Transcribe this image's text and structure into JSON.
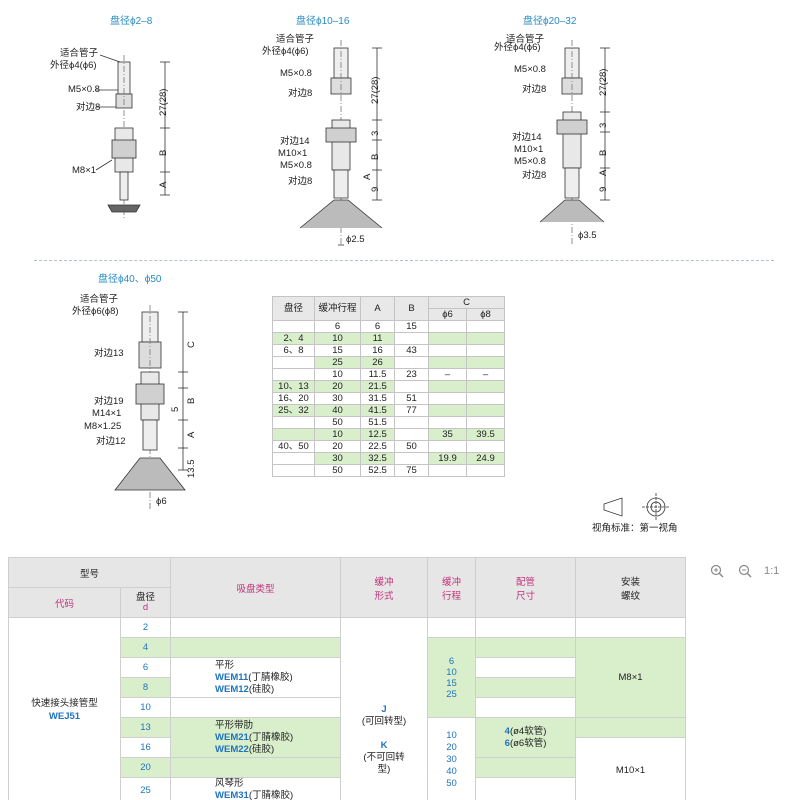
{
  "diagrams": {
    "d1": {
      "title": "盘径ϕ2–8",
      "labels": [
        "适合管子",
        "外径ϕ4(ϕ6)",
        "M5×0.8",
        "对边8",
        "M8×1"
      ],
      "dims": [
        "27(28)",
        "B",
        "A"
      ]
    },
    "d2": {
      "title": "盘径ϕ10–16",
      "labels": [
        "适合管子",
        "外径ϕ4(ϕ6)",
        "M5×0.8",
        "对边8",
        "对边14",
        "M10×1",
        "M5×0.8",
        "对边8"
      ],
      "dims": [
        "27(28)",
        "3",
        "B",
        "A",
        "9"
      ],
      "dia": "ϕ2.5"
    },
    "d3": {
      "title": "盘径ϕ20–32",
      "labels": [
        "适合管子",
        "外径ϕ4(ϕ6)",
        "M5×0.8",
        "对边8",
        "对边14",
        "M10×1",
        "M5×0.8",
        "对边8"
      ],
      "dims": [
        "27(28)",
        "3",
        "B",
        "A",
        "9"
      ],
      "dia": "ϕ3.5"
    },
    "d4": {
      "title": "盘径ϕ40、ϕ50",
      "labels": [
        "适合管子",
        "外径ϕ6(ϕ8)",
        "对边13",
        "对边19",
        "M14×1",
        "M8×1.25",
        "对边12"
      ],
      "dims": [
        "C",
        "5",
        "B",
        "A",
        "13.5"
      ],
      "dia": "ϕ6"
    }
  },
  "spec_table": {
    "headers": {
      "dia": "盘径",
      "stroke": "缓冲行程",
      "a": "A",
      "b": "B",
      "c": "C",
      "c6": "ϕ6",
      "c8": "ϕ8"
    },
    "rows": {
      "r1": {
        "dia": "",
        "stroke": "6",
        "a": "6",
        "b": "15"
      },
      "r2": {
        "dia": "2、4",
        "stroke": "10",
        "a": "11"
      },
      "r3": {
        "dia": "6、8",
        "stroke": "15",
        "a": "16",
        "b": "43"
      },
      "r4": {
        "stroke": "25",
        "a": "26"
      },
      "r5": {
        "stroke": "10",
        "a": "11.5",
        "b": "23",
        "c6": "–",
        "c8": "–"
      },
      "r6": {
        "dia": "10、13",
        "stroke": "20",
        "a": "21.5"
      },
      "r7": {
        "dia": "16、20",
        "stroke": "30",
        "a": "31.5",
        "b": "51"
      },
      "r8": {
        "dia": "25、32",
        "stroke": "40",
        "a": "41.5",
        "b": "77"
      },
      "r9": {
        "stroke": "50",
        "a": "51.5"
      },
      "r10": {
        "stroke": "10",
        "a": "12.5",
        "c6": "35",
        "c8": "39.5"
      },
      "r11": {
        "dia": "40、50",
        "stroke": "20",
        "a": "22.5",
        "b": "50"
      },
      "r12": {
        "stroke": "30",
        "a": "32.5",
        "c6": "19.9",
        "c8": "24.9"
      },
      "r13": {
        "stroke": "50",
        "a": "52.5",
        "b": "75"
      }
    }
  },
  "view_label": "视角标准：第一视角",
  "zoom": {
    "level": "1:1"
  },
  "main_table": {
    "headers": {
      "model": "型号",
      "code": "代码",
      "dia": "盘径",
      "dia_sub": "d",
      "pad_type": "吸盘类型",
      "buffer_form_1": "缓冲",
      "buffer_form_2": "形式",
      "buffer_stroke_1": "缓冲",
      "buffer_stroke_2": "行程",
      "piping_1": "配管",
      "piping_2": "尺寸",
      "mount_1": "安装",
      "mount_2": "螺纹"
    },
    "model_name": "快速接头接管型",
    "model_code": "WEJ51",
    "diameters": [
      "2",
      "4",
      "6",
      "8",
      "10",
      "13",
      "16",
      "20",
      "25"
    ],
    "pad_types": {
      "flat": "平形",
      "flat_nbr": "WEM11",
      "flat_nbr_mat": "(丁腈橡胶)",
      "flat_si": "WEM12",
      "flat_si_mat": "(硅胶)",
      "rib": "平形带肋",
      "rib_nbr": "WEM21",
      "rib_nbr_mat": "(丁腈橡胶)",
      "rib_si": "WEM22",
      "rib_si_mat": "(硅胶)",
      "bellows": "风琴形",
      "bellows_nbr": "WEM31",
      "bellows_nbr_mat": "(丁腈橡胶)"
    },
    "buffer_form": {
      "j": "J",
      "j_desc": "(可回转型)",
      "k": "K",
      "k_desc": "(不可回转",
      "k_desc2": "型)"
    },
    "strokes_small": [
      "6",
      "10",
      "15",
      "25"
    ],
    "strokes_large": [
      "10",
      "20",
      "30",
      "40",
      "50"
    ],
    "piping": {
      "p4": "4",
      "p4_desc": "(ø4软管)",
      "p6": "6",
      "p6_desc": "(ø6软管)"
    },
    "mount": {
      "m8": "M8×1",
      "m10": "M10×1"
    }
  }
}
